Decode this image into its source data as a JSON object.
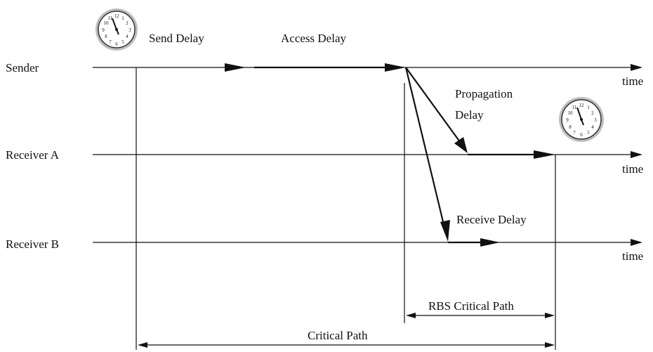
{
  "diagram": {
    "rows": [
      {
        "label": "Sender",
        "time": "time"
      },
      {
        "label": "Receiver A",
        "time": "time"
      },
      {
        "label": "Receiver B",
        "time": "time"
      }
    ],
    "delays": {
      "send": "Send Delay",
      "access": "Access Delay",
      "propagation_line1": "Propagation",
      "propagation_line2": "Delay",
      "receive": "Receive Delay"
    },
    "paths": {
      "rbs_critical": "RBS Critical Path",
      "critical": "Critical Path"
    },
    "icons": [
      "clock-icon-sender",
      "clock-icon-receiver-a"
    ]
  }
}
